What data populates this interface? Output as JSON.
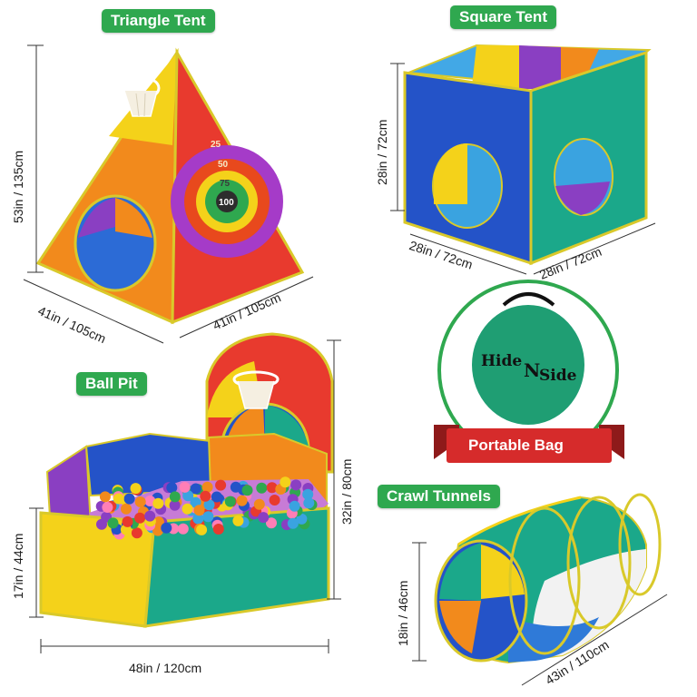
{
  "labels": {
    "triangle_tent": "Triangle Tent",
    "square_tent": "Square Tent",
    "ball_pit": "Ball Pit",
    "crawl_tunnels": "Crawl Tunnels",
    "portable_bag": "Portable Bag"
  },
  "dimensions": {
    "triangle_height": "53in / 135cm",
    "triangle_width_left": "41in / 105cm",
    "triangle_width_right": "41in / 105cm",
    "square_height": "28in / 72cm",
    "square_width_left": "28in / 72cm",
    "square_width_right": "28in / 72cm",
    "ballpit_height_short": "17in  / 44cm",
    "ballpit_height_tall": "32in / 80cm",
    "ballpit_width": "48in  / 120cm",
    "tunnel_height": "18in  / 46cm",
    "tunnel_length": "43in / 110cm"
  },
  "target_rings": [
    "25",
    "50",
    "75",
    "100"
  ],
  "bag_brand": {
    "part1": "Hide",
    "part2": "N",
    "part3": "Side"
  },
  "colors": {
    "label_green": "#2fa84f",
    "ribbon_red": "#d62b2b",
    "bag_green": "#1f9e73",
    "tent_orange": "#f28a1c",
    "tent_red": "#e83a2e",
    "tent_blue": "#2453c8",
    "tent_teal": "#1ba88a",
    "tent_yellow": "#f4d21a",
    "tent_purple": "#8a3fc2"
  }
}
